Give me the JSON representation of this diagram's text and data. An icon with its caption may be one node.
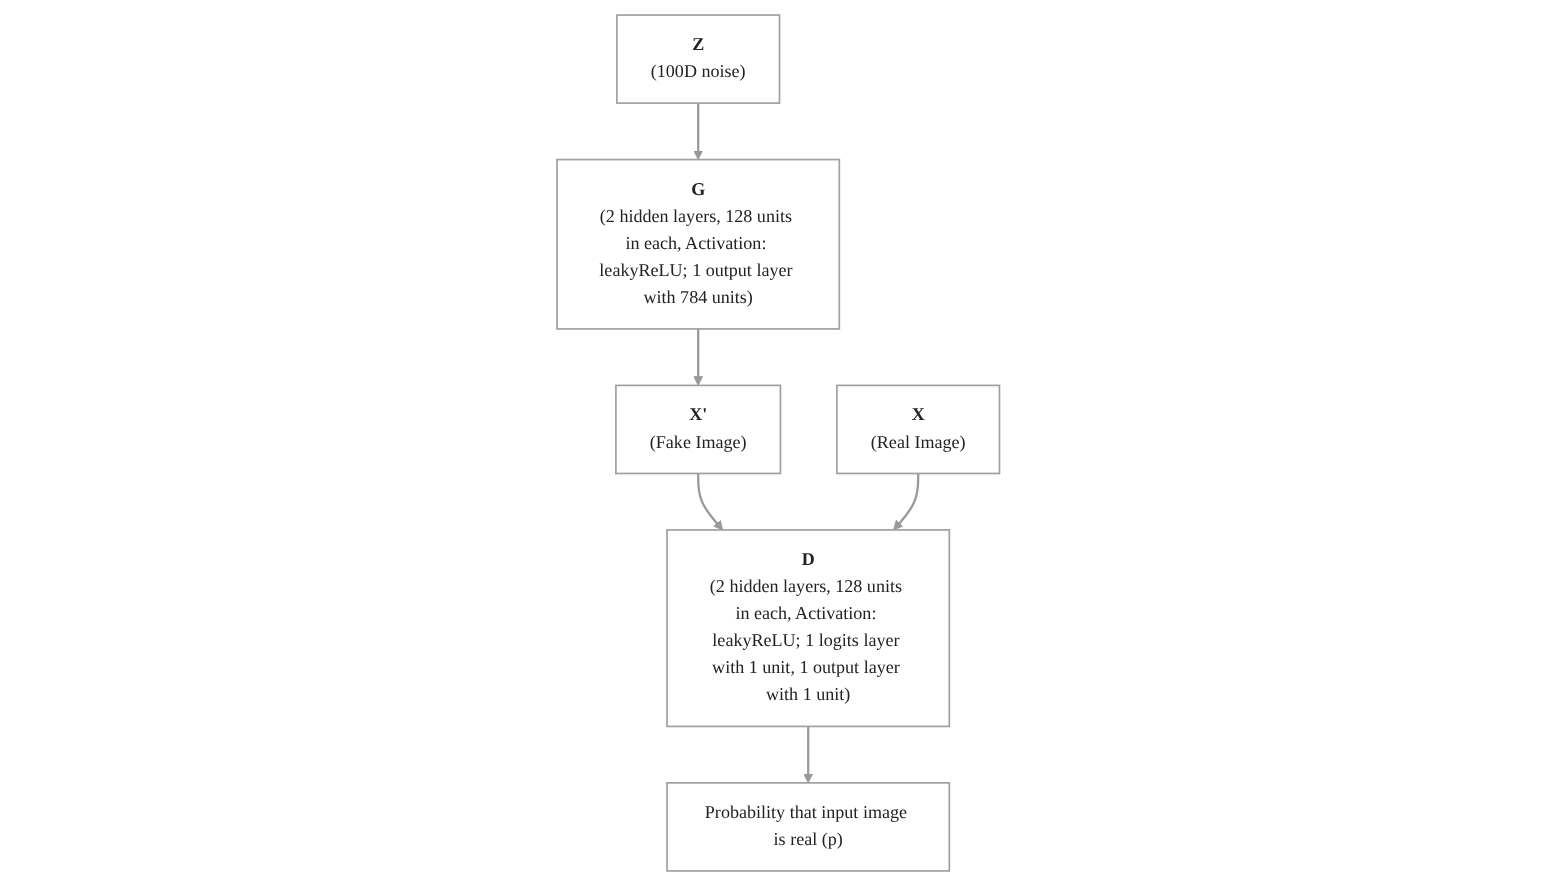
{
  "diagram": {
    "nodes": [
      {
        "text": [
          "X'",
          "(Fake Image)"
        ]
      },
      {
        "text": [
          "X",
          "(Real Image)"
        ]
      },
      {
        "text": [
          "G",
          "(2 hidden layers, 128 units in each, Activation: leakyReLU; 1 output layer with 784 units)"
        ]
      },
      {
        "text": [
          "D",
          "(2 hidden layers, 128 units in each, Activation: leakyReLU; 1 logits layer with 1 unit, 1 output layer with 1 unit)"
        ]
      },
      {
        "text": [
          "Z",
          "(100D noise)"
        ]
      },
      {
        "text": [
          "Probability that input image is real (p)"
        ]
      }
    ],
    "edges": [
      {
        "from": 4,
        "to": 2,
        "arrow": "to"
      },
      {
        "from": 2,
        "to": 0,
        "arrow": "to"
      },
      {
        "from": 0,
        "to": 3,
        "arrow": "to"
      },
      {
        "from": 1,
        "to": 3,
        "arrow": "to"
      },
      {
        "from": 3,
        "to": 5,
        "arrow": "to"
      }
    ]
  }
}
